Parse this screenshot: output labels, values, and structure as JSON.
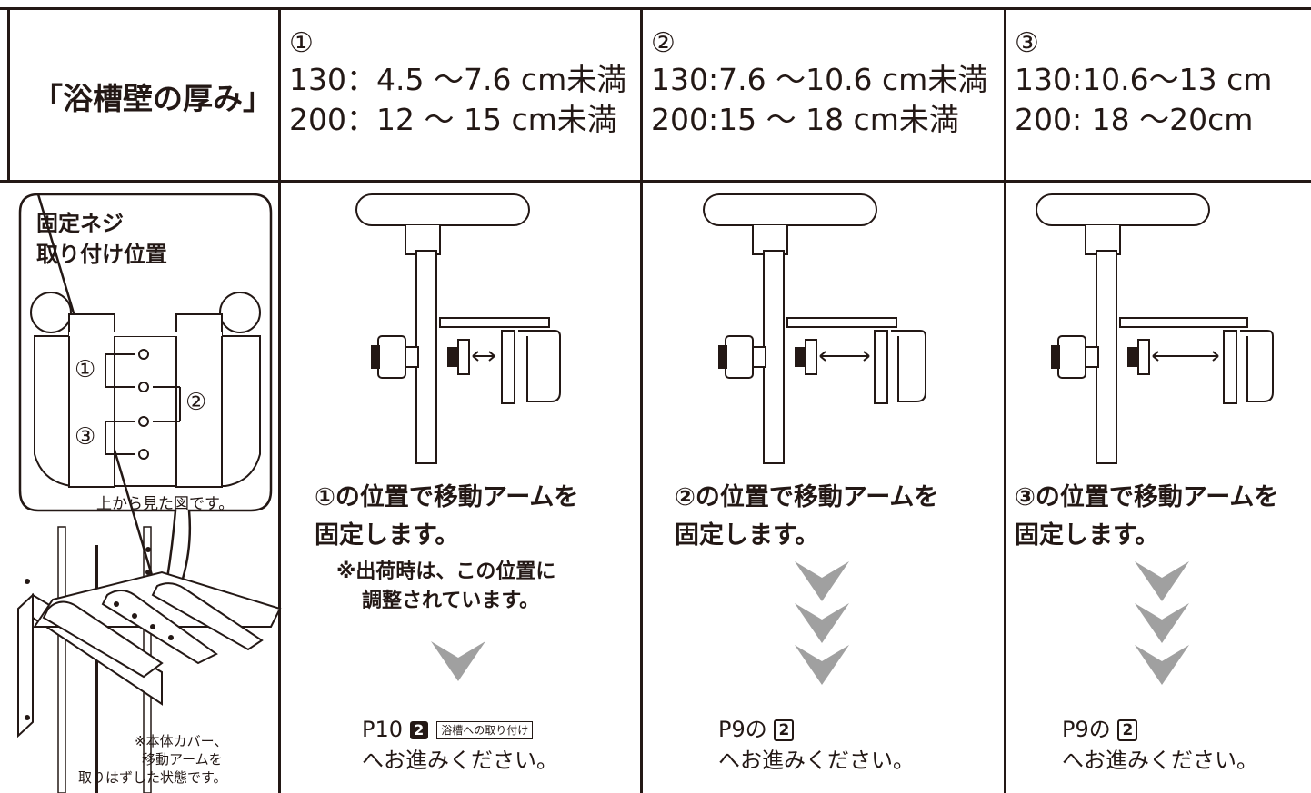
{
  "header": {
    "label": "「浴槽壁の厚み」",
    "columns": [
      {
        "num": "①",
        "row1": "130：4.5 ～7.6 cm未満",
        "row2": "200：12 ～ 15 cm未満"
      },
      {
        "num": "②",
        "row1": "130:7.6 ～10.6 cm未満",
        "row2": "200:15 ～ 18 cm未満"
      },
      {
        "num": "③",
        "row1": "130:10.6～13 cm",
        "row2": "200: 18 ～20cm"
      }
    ]
  },
  "left_panel": {
    "callout_title_1": "固定ネジ",
    "callout_title_2": "取り付け位置",
    "marker_1": "①",
    "marker_2": "②",
    "marker_3": "③",
    "callout_caption": "上から見た図です。",
    "note_1": "※本体カバー、",
    "note_2": "移動アームを",
    "note_3": "取りはずした状態です。"
  },
  "steps": [
    {
      "instruction_1": "①の位置で移動アームを",
      "instruction_2": "固定します。",
      "note_1": "※出荷時は、この位置に",
      "note_2": "調整されています。",
      "goto_page": "P10",
      "goto_badge_num": "2",
      "goto_badge_text": "浴槽への取り付け",
      "goto_suffix": "へお進みください。"
    },
    {
      "instruction_1": "②の位置で移動アームを",
      "instruction_2": "固定します。",
      "goto_page": "P9の",
      "goto_badge_num": "2",
      "goto_suffix": "へお進みください。"
    },
    {
      "instruction_1": "③の位置で移動アームを",
      "instruction_2": "固定します。",
      "goto_page": "P9の",
      "goto_badge_num": "2",
      "goto_suffix": "へお進みください。"
    }
  ],
  "colors": {
    "ink": "#231815",
    "arrow_gray": "#a0a0a0",
    "paper": "#ffffff"
  }
}
